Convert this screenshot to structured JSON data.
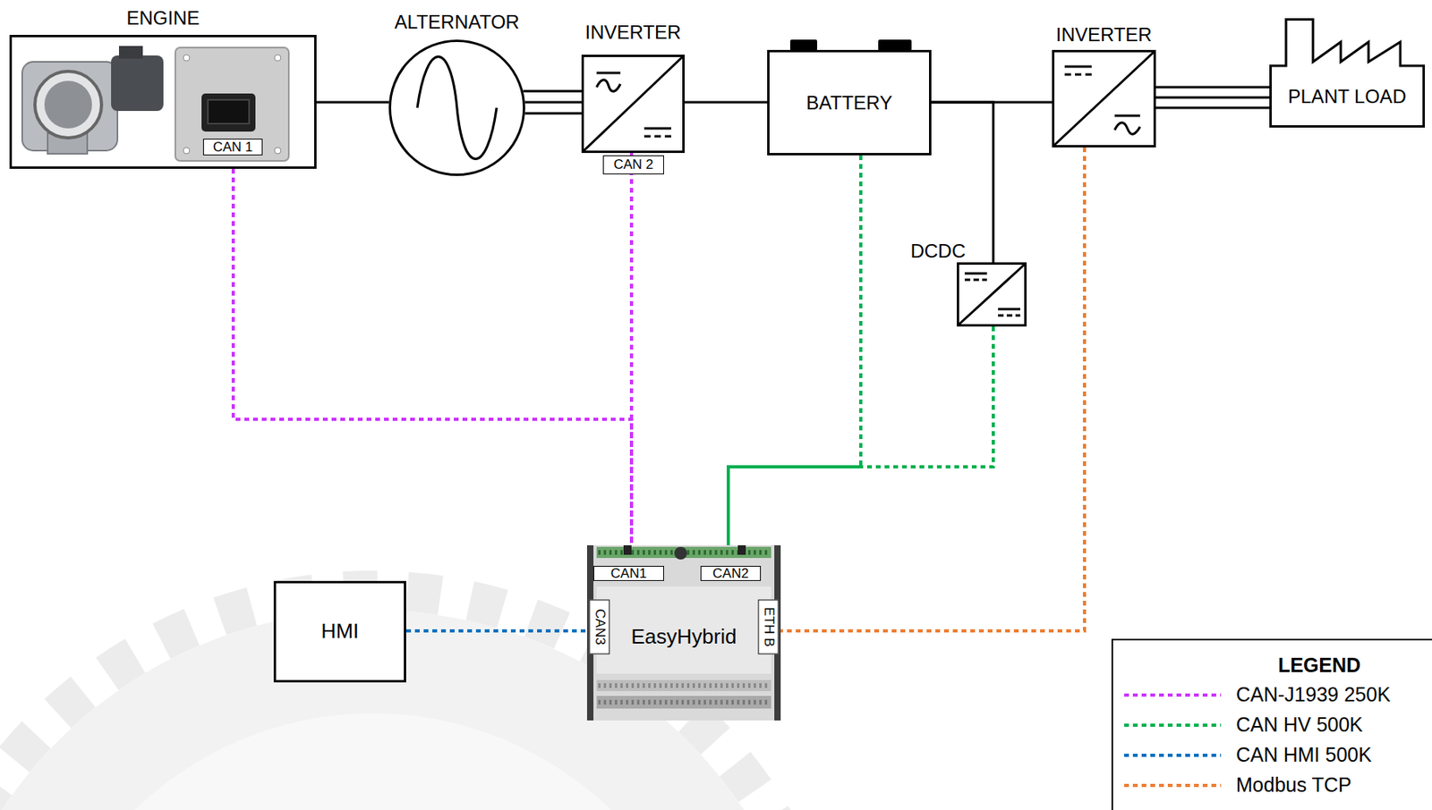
{
  "diagram": {
    "nodes": [
      {
        "text": [
          "ENGINE"
        ]
      },
      {
        "text": [
          "ALTERNATOR"
        ]
      },
      {
        "text": [
          "INVERTER"
        ]
      },
      {
        "text": [
          "BATTERY"
        ]
      },
      {
        "text": [
          "INVERTER"
        ]
      },
      {
        "text": [
          "PLANT LOAD"
        ]
      },
      {
        "text": [
          "DCDC"
        ]
      },
      {
        "text": [
          "HMI"
        ]
      },
      {
        "text": [
          "EasyHybrid"
        ]
      }
    ],
    "edges": [
      {
        "from": 0,
        "to": 1,
        "arrow": "none"
      },
      {
        "from": 1,
        "to": 2,
        "arrow": "none"
      },
      {
        "from": 2,
        "to": 3,
        "arrow": "none"
      },
      {
        "from": 3,
        "to": 4,
        "arrow": "none"
      },
      {
        "from": 4,
        "to": 5,
        "arrow": "none"
      },
      {
        "from": 3,
        "to": 6,
        "arrow": "none"
      },
      {
        "from": 0,
        "to": 8,
        "arrow": "none"
      },
      {
        "from": 2,
        "to": 8,
        "arrow": "none"
      },
      {
        "from": 3,
        "to": 8,
        "arrow": "none"
      },
      {
        "from": 6,
        "to": 8,
        "arrow": "none"
      },
      {
        "from": 7,
        "to": 8,
        "arrow": "none"
      },
      {
        "from": 4,
        "to": 8,
        "arrow": "none"
      }
    ],
    "labels": [
      "CAN 1",
      "CAN 2",
      "CAN1",
      "CAN2",
      "CAN3",
      "ETH B",
      "LEGEND"
    ],
    "legend": [
      {
        "text": "CAN-J1939 250K"
      },
      {
        "text": "CAN HV 500K"
      },
      {
        "text": "CAN HMI 500K"
      },
      {
        "text": "Modbus TCP"
      }
    ]
  }
}
